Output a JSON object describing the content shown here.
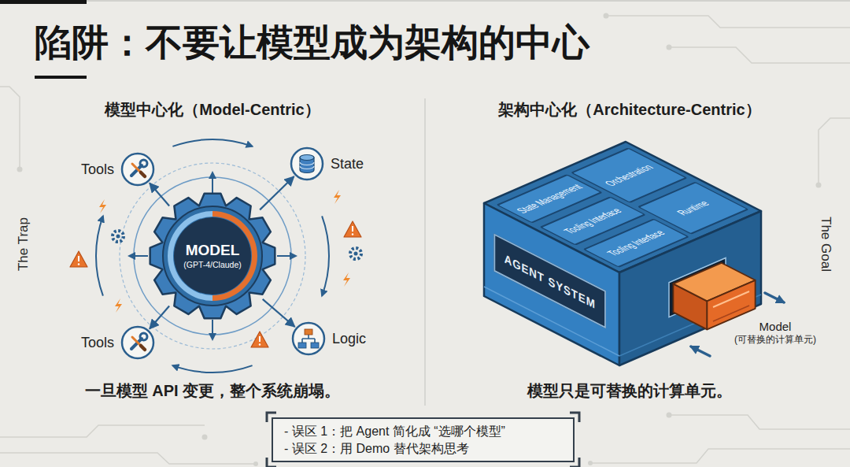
{
  "diagram": {
    "title": "陷阱：不要让模型成为架构的中心",
    "nodes": [
      {
        "text": [
          "Tools"
        ]
      },
      {
        "text": [
          "State"
        ]
      },
      {
        "text": [
          "MODEL",
          "(GPT-4/Claude)"
        ]
      },
      {
        "text": [
          "Tools"
        ]
      },
      {
        "text": [
          "Logic"
        ]
      },
      {
        "text": [
          "AGENT SYSTEM"
        ]
      },
      {
        "text": [
          "State Management"
        ],
        "in": 5
      },
      {
        "text": [
          "Orchestration"
        ],
        "in": 5
      },
      {
        "text": [
          "Tooling Interface"
        ],
        "in": 5
      },
      {
        "text": [
          "Runtime"
        ],
        "in": 5
      },
      {
        "text": [
          "Tooling Interface"
        ],
        "in": 5
      },
      {
        "text": [
          "Model",
          "(可替换的计算单元)"
        ]
      },
      {
        "text": [
          "- 误区 1：把 Agent 简化成 “选哪个模型”",
          "- 误区 2：用 Demo 替代架构思考"
        ]
      }
    ],
    "edges": [
      {
        "from": 2,
        "to": 0,
        "arrow": "to"
      },
      {
        "from": 2,
        "to": 1,
        "arrow": "to"
      },
      {
        "from": 2,
        "to": 3,
        "arrow": "to"
      },
      {
        "from": 2,
        "to": 4,
        "arrow": "to"
      }
    ],
    "labels": [
      "模型中心化（Model-Centric）",
      "架构中心化（Architecture-Centric）",
      "The Trap",
      "The Goal",
      "一旦模型 API 变更，整个系统崩塌。",
      "模型只是可替换的计算单元。"
    ]
  }
}
